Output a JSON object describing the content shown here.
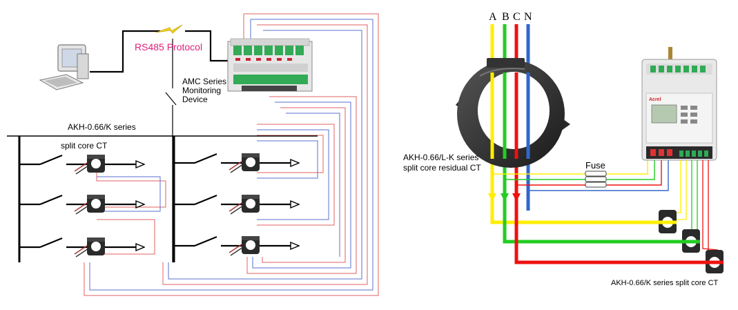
{
  "left_diagram": {
    "protocol_label": "RS485 Protocol",
    "device_label_line1": "AMC Series",
    "device_label_line2": "Monitoring",
    "device_label_line3": "Device",
    "ct_series_line1": "AKH-0.66/K  series",
    "ct_series_line2": "split core CT"
  },
  "right_diagram": {
    "phase_a": "A",
    "phase_b": "B",
    "phase_c": "C",
    "phase_n": "N",
    "residual_ct_line1": "AKH-0.66/L-K  series",
    "residual_ct_line2": "split core residual CT",
    "fuse_label": "Fuse",
    "split_ct_label": "AKH-0.66/K  series split core CT",
    "meter_brand": "Acrel"
  },
  "colors": {
    "phase_a": "#ffee00",
    "phase_b": "#22cc22",
    "phase_c": "#ee1111",
    "phase_n": "#3366cc",
    "wire_red": "#e06060",
    "wire_blue": "#5a6fd0",
    "protocol_text": "#e0207a"
  }
}
